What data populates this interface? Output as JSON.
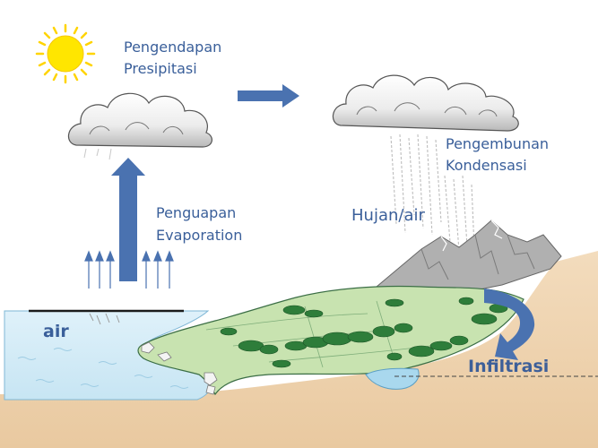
{
  "labels": {
    "precipitation_id": "Pengendapan",
    "precipitation_en": "Presipitasi",
    "condensation_id": "Pengembunan",
    "condensation_en": "Kondensasi",
    "evaporation_id": "Penguapan",
    "evaporation_en": "Evaporation",
    "rain": "Hujan/air",
    "water": "air",
    "infiltration": "Infiltrasi"
  },
  "colors": {
    "arrow": "#4a72b0",
    "label_text": "#3a5f9a",
    "sun": "#ffe400",
    "sea": "#d8eef8",
    "land_green": "#c8e3b0",
    "trees": "#2e7d3a",
    "soil": "#f0d6b4",
    "mountain": "#a8a8a8"
  },
  "icons": [
    "sun-icon",
    "cloud-icon",
    "arrow-icon"
  ]
}
